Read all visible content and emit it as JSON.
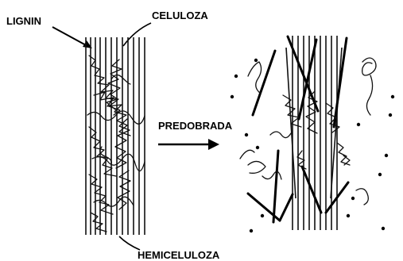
{
  "labels": {
    "lignin": "LIGNIN",
    "celuloza": "CELULOZA",
    "predobrada": "PREDOBRADA",
    "hemiceluloza": "HEMICELULOZA"
  }
}
